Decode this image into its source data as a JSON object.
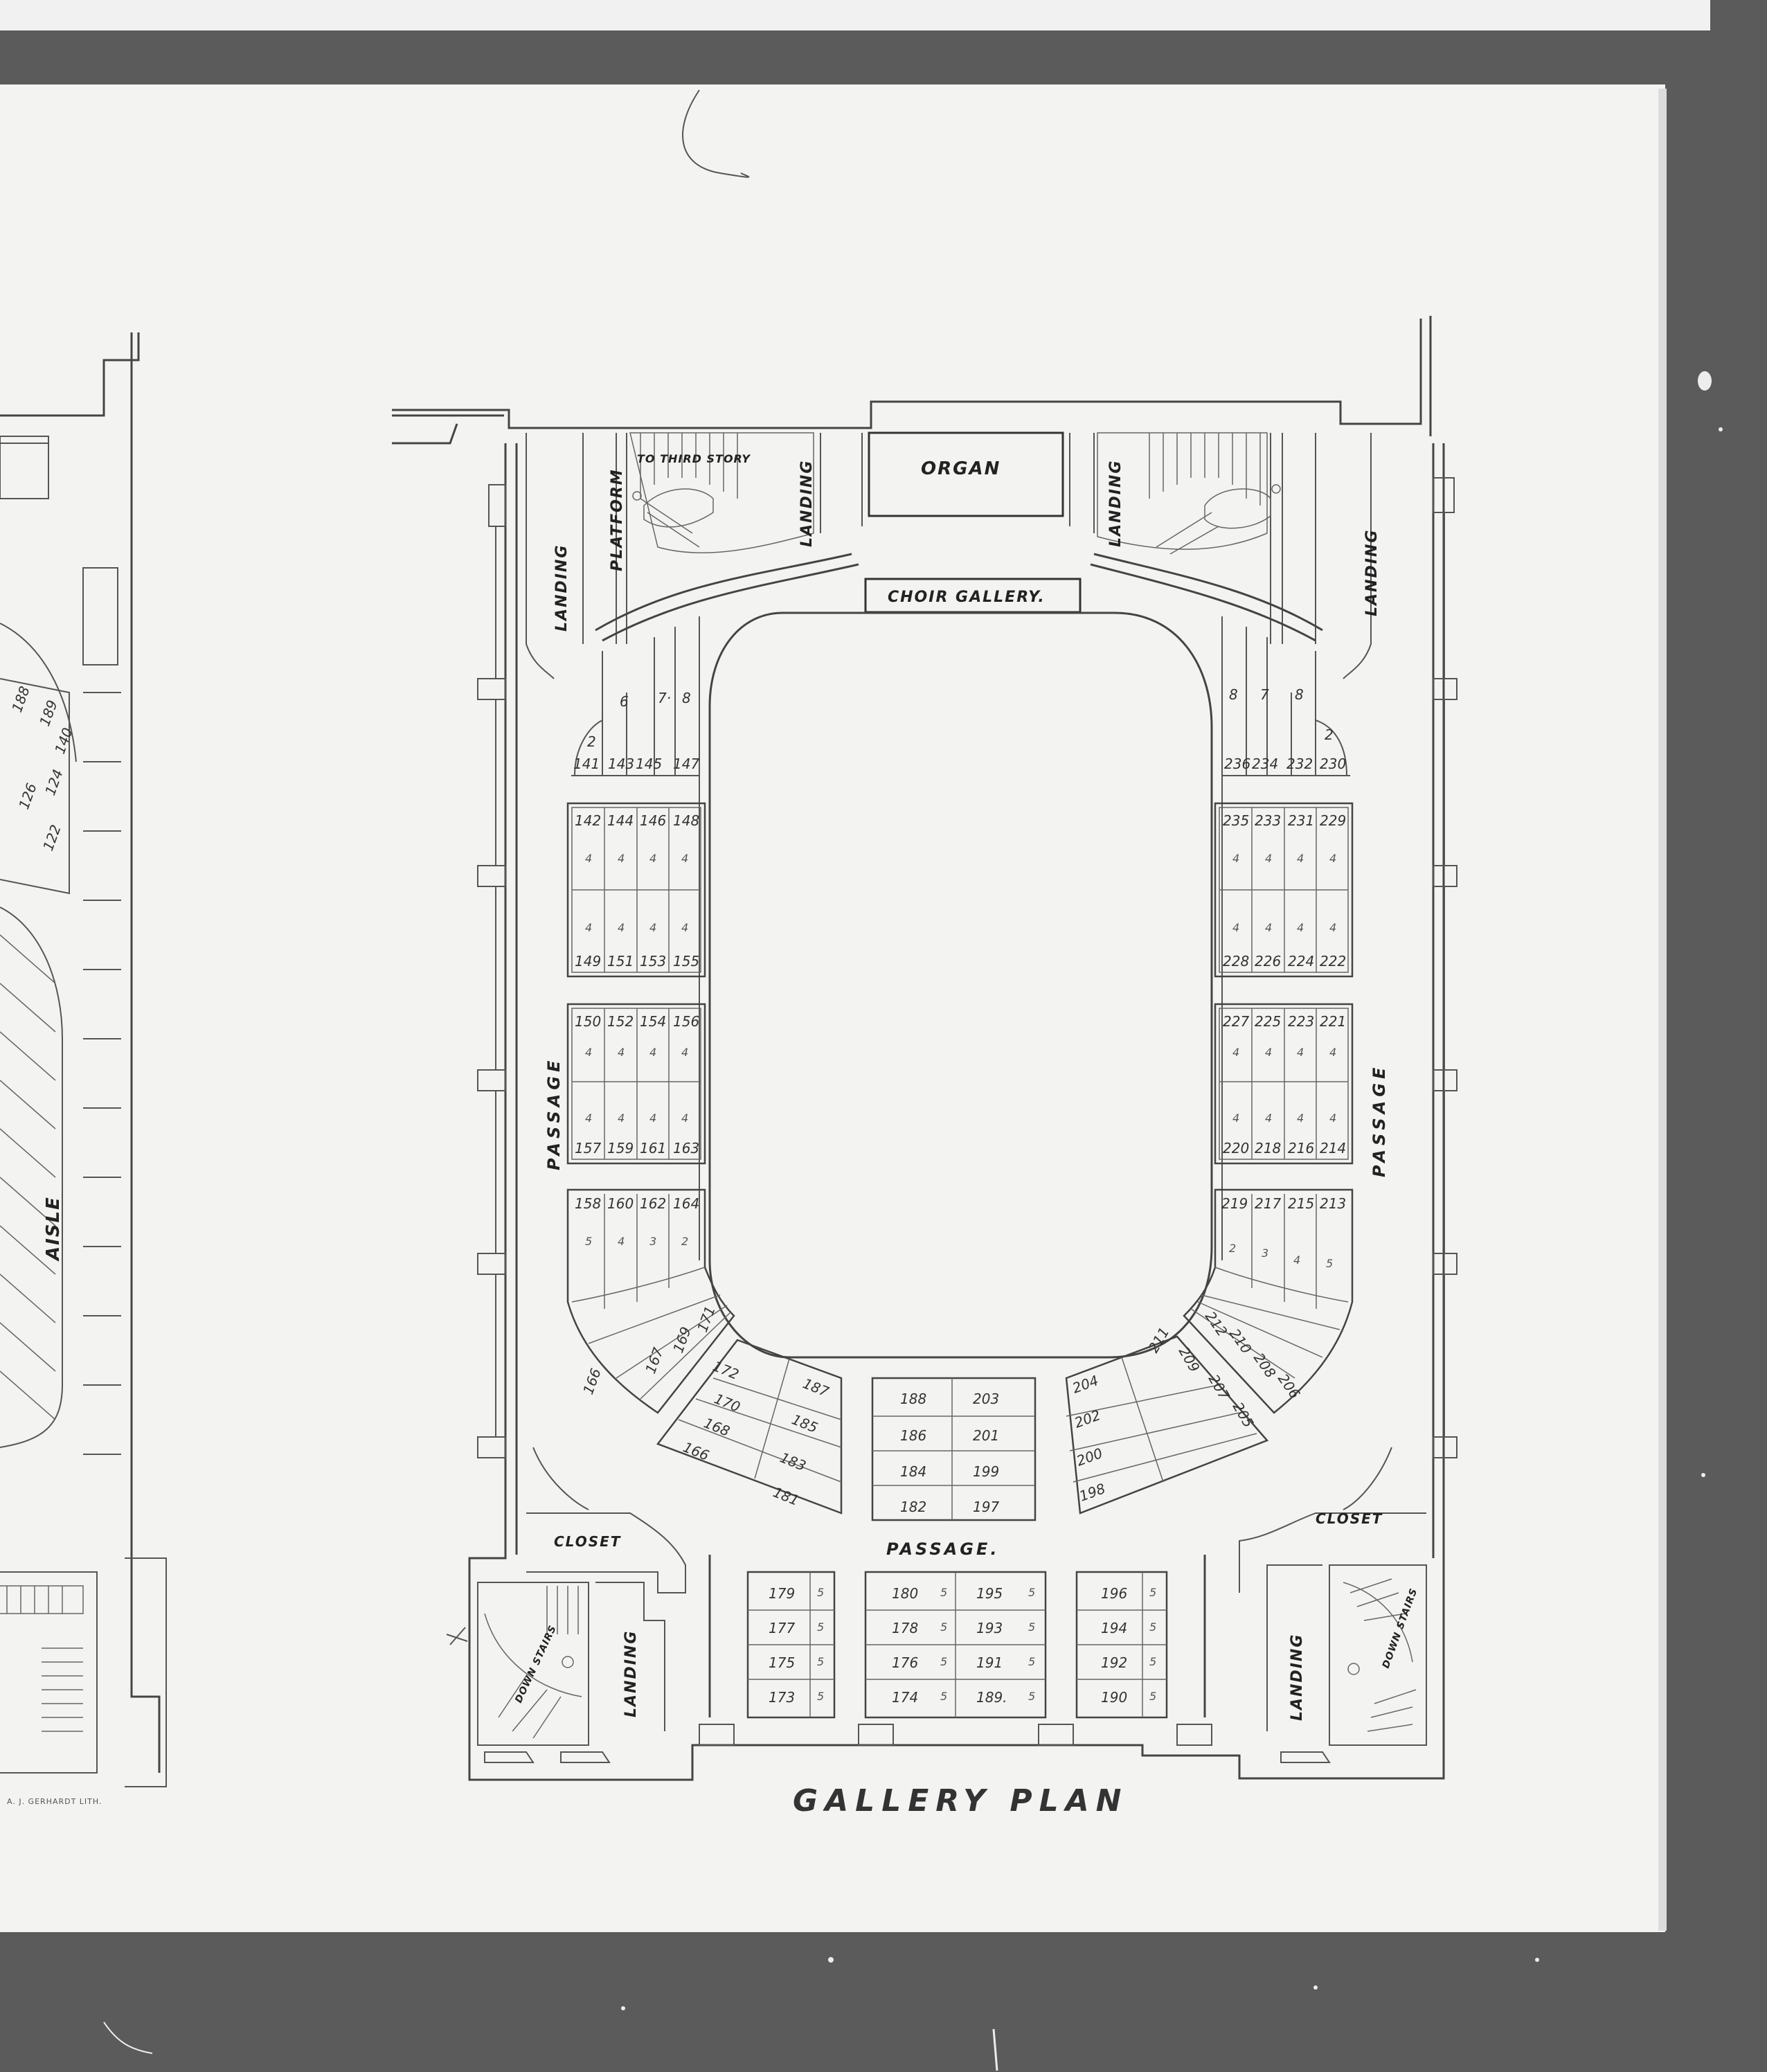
{
  "plan": {
    "title": "GALLERY PLAN",
    "organ": "ORGAN",
    "choir_gallery": "CHOIR GALLERY.",
    "to_third_story": "TO THIRD STORY",
    "platform": "PLATFORM",
    "landing": "LANDING",
    "passage": "PASSAGE",
    "passage_bottom": "PASSAGE.",
    "closet": "CLOSET",
    "down_stairs": "DOWN STAIRS",
    "aisle": "AISLE",
    "lithographer": "A. J. GERHARDT LITH."
  },
  "boxes": {
    "top_left": {
      "numbers": [
        "141",
        "143",
        "145",
        "147"
      ],
      "row_counts": [
        "2",
        "6",
        "7·",
        "8"
      ]
    },
    "top_right": {
      "numbers": [
        "236",
        "234",
        "232",
        "230"
      ],
      "row_counts": [
        "8",
        "7",
        "8",
        "2"
      ]
    },
    "left_1": {
      "top": [
        "142",
        "144",
        "146",
        "148"
      ],
      "bottom": [
        "149",
        "151",
        "153",
        "155"
      ],
      "count": "4"
    },
    "left_2": {
      "top": [
        "150",
        "152",
        "154",
        "156"
      ],
      "bottom": [
        "157",
        "159",
        "161",
        "163"
      ],
      "count": "4"
    },
    "left_3": {
      "top": [
        "158",
        "160",
        "162",
        "164"
      ],
      "counts": [
        "5",
        "4",
        "3",
        "2"
      ]
    },
    "right_1": {
      "top": [
        "235",
        "233",
        "231",
        "229"
      ],
      "bottom": [
        "228",
        "226",
        "224",
        "222"
      ],
      "count": "4"
    },
    "right_2": {
      "top": [
        "227",
        "225",
        "223",
        "221"
      ],
      "bottom": [
        "220",
        "218",
        "216",
        "214"
      ],
      "count": "4"
    },
    "right_3": {
      "top": [
        "219",
        "217",
        "215",
        "213"
      ],
      "counts": [
        "2",
        "3",
        "4",
        "5"
      ]
    },
    "curve_left": [
      "166",
      "167",
      "169",
      "171"
    ],
    "curve_right": [
      "212",
      "210",
      "208",
      "206"
    ],
    "fan_left": [
      "172",
      "170",
      "168",
      "166",
      "187",
      "185",
      "183",
      "181"
    ],
    "center_front": [
      "188",
      "186",
      "184",
      "182",
      "203",
      "201",
      "199",
      "197"
    ],
    "fan_right": [
      "204",
      "202",
      "200",
      "198",
      "211",
      "209",
      "207",
      "205"
    ],
    "rear_left": [
      "179",
      "177",
      "175",
      "173"
    ],
    "rear_center": [
      "180",
      "178",
      "176",
      "174",
      "195",
      "193",
      "191",
      "189."
    ],
    "rear_right": [
      "196",
      "194",
      "192",
      "190"
    ],
    "rear_count": "5"
  },
  "left_edge": {
    "box_numbers": [
      "188",
      "189",
      "126",
      "124",
      "140",
      "122"
    ]
  }
}
